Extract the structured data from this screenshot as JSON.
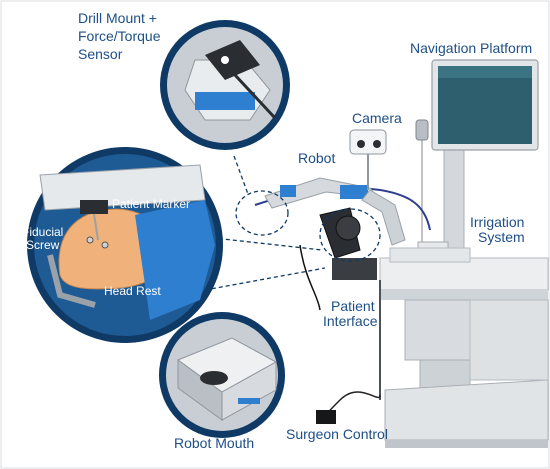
{
  "labels": {
    "drill_mount_line1": "Drill Mount +",
    "drill_mount_line2": "Force/Torque",
    "drill_mount_line3": "Sensor",
    "navigation_platform": "Navigation Platform",
    "camera": "Camera",
    "robot": "Robot",
    "patient_marker": "Patient Marker",
    "fiducial_line1": "Fiducial",
    "fiducial_line2": "Screw",
    "head_rest": "Head Rest",
    "irrigation_line1": "Irrigation",
    "irrigation_line2": "System",
    "patient_interface_line1": "Patient",
    "patient_interface_line2": "Interface",
    "robot_mouth": "Robot Mouth",
    "surgeon_control": "Surgeon Control"
  },
  "colors": {
    "label_text": "#1e4f86",
    "callout_circle": "#0f3a66",
    "callout_inner": "#1e5a94",
    "device_gray": "#c9ced3",
    "accent_blue": "#2e7fd0",
    "monitor_screen": "#2d5f6e"
  }
}
